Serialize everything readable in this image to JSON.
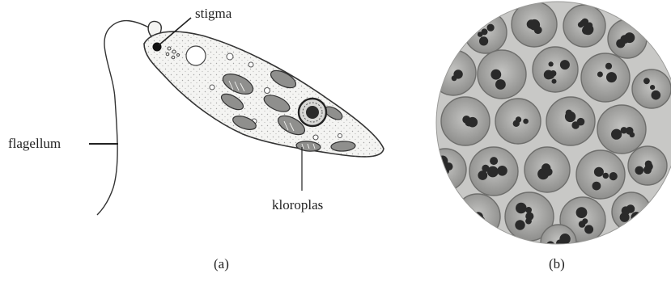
{
  "panel_a": {
    "labels": {
      "stigma": "stigma",
      "flagellum": "flagellum",
      "kloroplas": "kloroplas"
    },
    "caption": "(a)"
  },
  "panel_b": {
    "caption": "(b)"
  },
  "colors": {
    "ink": "#222222",
    "cell_fill": "#f4f4f2",
    "colony_bg": "#c8c8c6",
    "colony_cell": "#a9a9a7",
    "colony_dark": "#2a2a2a"
  }
}
